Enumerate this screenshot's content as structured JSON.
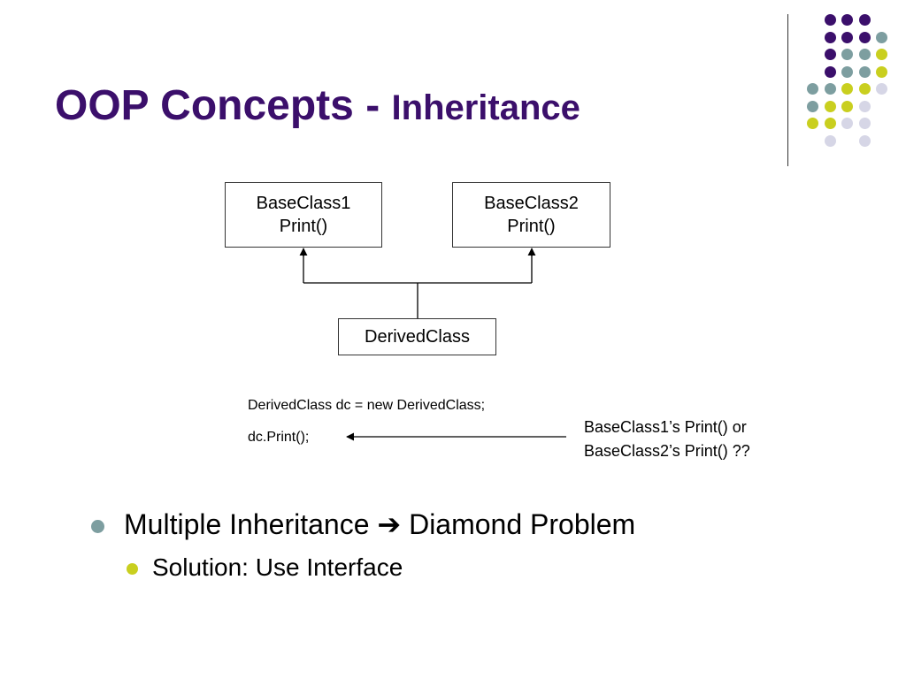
{
  "slide": {
    "title_main": "OOP Concepts - ",
    "title_sub": "Inheritance"
  },
  "diagram": {
    "base1_name": "BaseClass1",
    "base1_method": "Print()",
    "base2_name": "BaseClass2",
    "base2_method": "Print()",
    "derived_name": "DerivedClass"
  },
  "code": {
    "line1": "DerivedClass dc = new DerivedClass;",
    "line2": "dc.Print();"
  },
  "note": {
    "line1": "BaseClass1’s Print() or",
    "line2": "BaseClass2’s Print() ??"
  },
  "bullets": {
    "level1_before": "Multiple Inheritance ",
    "level1_arrow": "➔",
    "level1_after": " Diamond Problem",
    "level2": "Solution: Use Interface"
  },
  "colors": {
    "title": "#3b0f6b",
    "purple": "#3b0f6b",
    "teal": "#7d9ea0",
    "lime": "#c9cf1f",
    "lavender": "#d6d6e6"
  }
}
